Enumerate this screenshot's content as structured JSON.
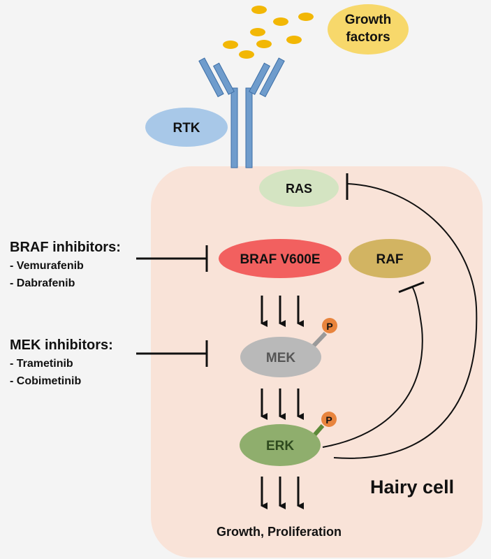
{
  "nodes": {
    "growth_factors": {
      "line1": "Growth",
      "line2": "factors",
      "color": "#f7d86b"
    },
    "rtk": {
      "label": "RTK",
      "color": "#a8c8e8"
    },
    "ras": {
      "label": "RAS",
      "color": "#d4e4c2"
    },
    "braf": {
      "label": "BRAF V600E",
      "color": "#f2605f"
    },
    "raf": {
      "label": "RAF",
      "color": "#d2b462"
    },
    "mek": {
      "label": "MEK",
      "color": "#b9b9b9"
    },
    "erk": {
      "label": "ERK",
      "color": "#8fae6d"
    },
    "phospho": {
      "label": "P",
      "color": "#e8843d"
    }
  },
  "inhibitors": {
    "braf": {
      "title": "BRAF inhibitors:",
      "items": [
        "- Vemurafenib",
        "- Dabrafenib"
      ]
    },
    "mek": {
      "title": "MEK inhibitors:",
      "items": [
        "- Trametinib",
        "- Cobimetinib"
      ]
    }
  },
  "cell": {
    "title": "Hairy cell",
    "color": "#f9e3d8"
  },
  "output": {
    "label": "Growth, Proliferation"
  },
  "colors": {
    "ligand": "#f2b705",
    "receptor": "#6f9ccc",
    "receptor_stroke": "#3c6ea6",
    "line": "#111111"
  }
}
